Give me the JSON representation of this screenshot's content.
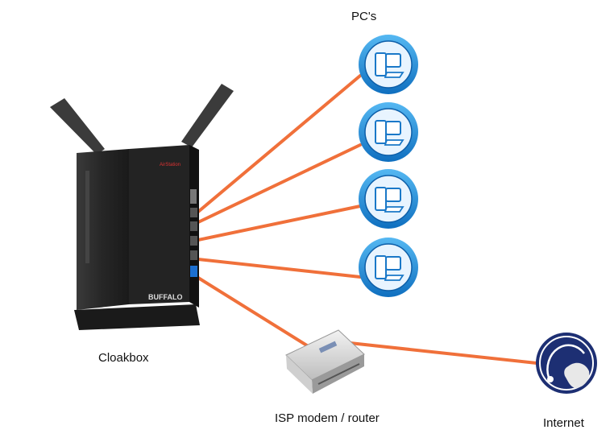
{
  "labels": {
    "pcs": "PC's",
    "cloakbox": "Cloakbox",
    "isp_modem": "ISP modem / router",
    "internet": "Internet"
  },
  "router_branding": {
    "model_text": "AirStation",
    "brand_text": "BUFFALO"
  },
  "colors": {
    "link_line": "#f0703a",
    "pc_icon_ring": "#1f8fd8",
    "pc_icon_inner": "#e8f4ff",
    "router_body": "#2b2b2b",
    "internet_icon": "#1d2f73"
  },
  "icons": {
    "pc": "desktop-computer-icon",
    "internet": "globe-icon",
    "router": "wireless-router-icon",
    "modem": "modem-icon"
  }
}
